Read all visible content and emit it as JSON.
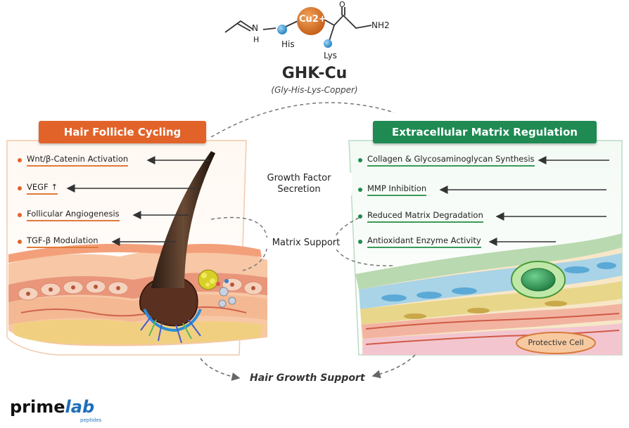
{
  "molecule": {
    "name": "GHK-Cu",
    "subtitle": "(Gly-His-Lys-Copper)",
    "atoms": {
      "copper": "Cu2+",
      "amine": "NH2",
      "oxygen": "O",
      "nitrogen": "N",
      "hydrogen": "H"
    },
    "residues": {
      "his": "His",
      "lys": "Lys"
    }
  },
  "left_panel": {
    "title": "Hair Follicle Cycling",
    "items": [
      "Wnt/β-Catenin Activation",
      "VEGF ↑",
      "Follicular Angiogenesis",
      "TGF-β Modulation"
    ],
    "colors": {
      "header": "#e2632a",
      "bullet": "#e2632a",
      "border": "#f2c9a8"
    }
  },
  "right_panel": {
    "title": "Extracellular Matrix Regulation",
    "items": [
      "Collagen & Glycosaminoglycan Synthesis",
      "MMP Inhibition",
      "Reduced Matrix Degradation",
      "Antioxidant Enzyme Activity"
    ],
    "cell_label": "Protective Cell",
    "colors": {
      "header": "#1f8a52",
      "bullet": "#1f8a52",
      "border": "#b9dcc3"
    }
  },
  "center": {
    "growth_factor_line1": "Growth Factor",
    "growth_factor_line2": "Secretion",
    "matrix_support": "Matrix Support"
  },
  "bottom": {
    "label": "Hair Growth Support"
  },
  "logo": {
    "prime": "prime",
    "lab": "lab",
    "sub": "peptides"
  }
}
